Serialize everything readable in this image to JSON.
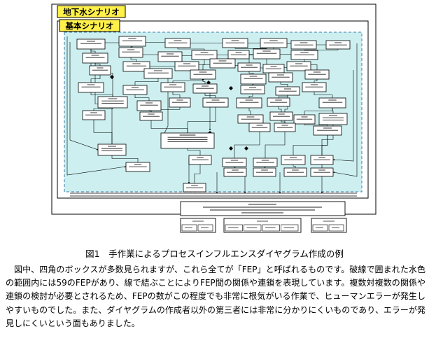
{
  "figure": {
    "outer_label": "地下水シナリオ",
    "inner_label": "基本シナリオ",
    "colors": {
      "highlight_fill": "#FFF04A",
      "region_fill": "#CDEFF0",
      "region_border": "#3A7FA8",
      "node_fill": "#FFFFFF",
      "line": "#000000"
    }
  },
  "caption": {
    "title": "図1　手作業によるプロセスインフルエンスダイヤグラム作成の例",
    "body": "図中、四角のボックスが多数見られますが、これら全てが「FEP」と呼ばれるものです。破線で囲まれた水色の範囲内には59のFEPがあり、線で結ぶことによりFEP間の関係や連鎖を表現しています。複数対複数の関係や連鎖の検討が必要とされるため、FEPの数がこの程度でも非常に根気がいる作業で、ヒューマンエラーが発生しやすいものでした。また、ダイヤグラムの作成者以外の第三者には非常に分かりにくいものであり、エラーが発見しにくいという面もありました。"
  }
}
